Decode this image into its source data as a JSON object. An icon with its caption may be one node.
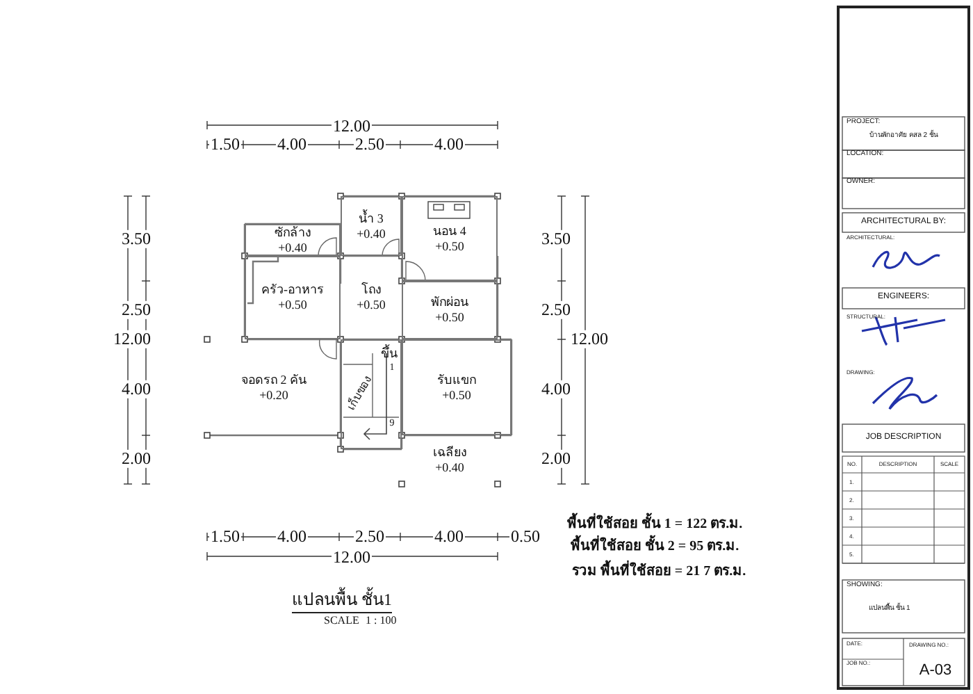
{
  "diagram": {
    "caption": "แปลนพื้น ชั้น1",
    "nodes": [
      {
        "text": [
          "ซักล้าง",
          "+0.40"
        ]
      },
      {
        "text": [
          "น้ำ 3",
          "+0.40"
        ]
      },
      {
        "text": [
          "นอน 4",
          "+0.50"
        ]
      },
      {
        "text": [
          "ครัว-อาหาร",
          "+0.50"
        ]
      },
      {
        "text": [
          "โถง",
          "+0.50"
        ]
      },
      {
        "text": [
          "พักผ่อน",
          "+0.50"
        ]
      },
      {
        "text": [
          "จอดรถ 2 คัน",
          "+0.20"
        ]
      },
      {
        "text": [
          "ขึ้น"
        ]
      },
      {
        "text": [
          "เก็บของ"
        ],
        "in": 7
      },
      {
        "text": [
          "รับแขก",
          "+0.50"
        ]
      },
      {
        "text": [
          "เฉลียง",
          "+0.40"
        ]
      }
    ],
    "edges": [],
    "labels": [
      "12.00",
      "1.50",
      "4.00",
      "2.50",
      "4.00",
      "3.50",
      "3.50",
      "2.50",
      "2.50",
      "12.00",
      "12.00",
      "4.00",
      "4.00",
      "2.00",
      "2.00",
      "1",
      "9",
      "1.50",
      "4.00",
      "2.50",
      "4.00",
      "0.50",
      "12.00",
      "พื้นที่ใช้สอย ชั้น 1 = 122 ตร.ม.",
      "พื้นที่ใช้สอย ชั้น 2 = 95 ตร.ม.",
      "รวม พื้นที่ใช้สอย = 21 7 ตร.ม.",
      "SCALE",
      "1 : 100",
      "PROJECT:",
      "บ้านพักอาศัย คสล 2 ชั้น",
      "LOCATION:",
      "OWNER:",
      "ARCHITECTURAL BY:",
      "ARCHITECTURAL:",
      "ENGINEERS:",
      "STRUCTURAL:",
      "DRAWING:",
      "JOB DESCRIPTION",
      "NO.",
      "DESCRIPTION",
      "SCALE",
      "1.",
      "2.",
      "3.",
      "4.",
      "5.",
      "SHOWING:",
      "แปลนพื้น ชั้น 1",
      "DATE:",
      "DRAWING NO.:",
      "JOB NO.:",
      "A-03"
    ]
  }
}
